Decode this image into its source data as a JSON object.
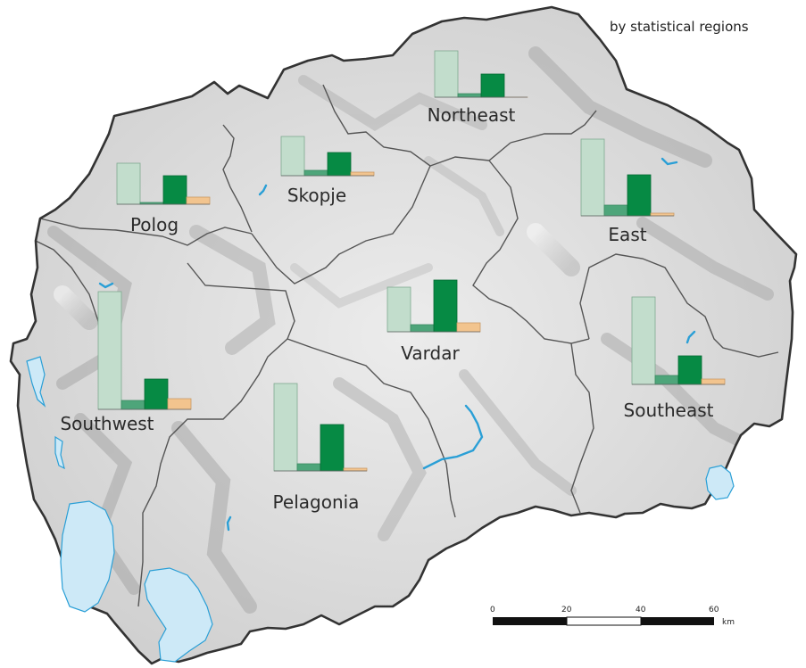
{
  "subtitle": "by statistical regions",
  "colors": {
    "series_1": "#c2ddcc",
    "series_2": "#4ea57a",
    "series_3": "#068a44",
    "series_4": "#f2c48e",
    "water": "#cde9f7",
    "water_stroke": "#2a9fd6",
    "border": "#333333",
    "region_border": "#555555",
    "land": "#e2e2e2"
  },
  "regions": [
    {
      "name": "Northeast",
      "values": [
        52,
        4,
        26,
        0
      ]
    },
    {
      "name": "Skopje",
      "values": [
        44,
        6,
        26,
        4
      ]
    },
    {
      "name": "Polog",
      "values": [
        46,
        2,
        32,
        8
      ]
    },
    {
      "name": "East",
      "values": [
        86,
        12,
        46,
        3
      ]
    },
    {
      "name": "Vardar",
      "values": [
        50,
        8,
        58,
        10
      ]
    },
    {
      "name": "Southwest",
      "values": [
        132,
        10,
        34,
        12
      ]
    },
    {
      "name": "Southeast",
      "values": [
        98,
        10,
        32,
        6
      ]
    },
    {
      "name": "Pelagonia",
      "values": [
        98,
        8,
        52,
        3
      ]
    }
  ],
  "scale_bar": {
    "ticks": [
      "0",
      "20",
      "40",
      "60"
    ],
    "unit": "km"
  }
}
